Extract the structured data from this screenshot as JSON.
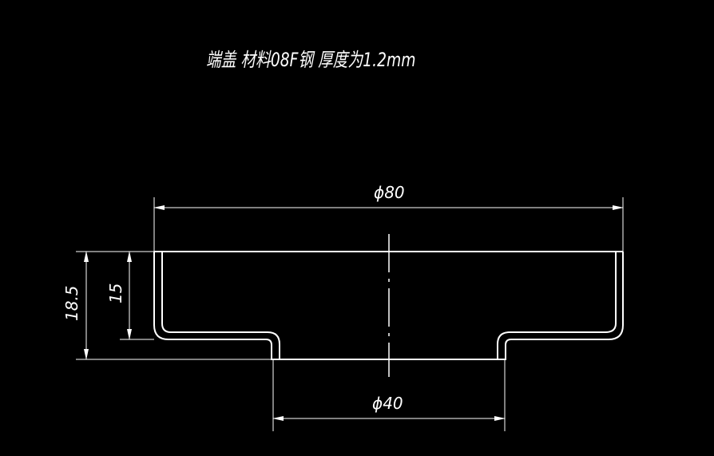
{
  "title": "端盖   材料08F钢   厚度为1.2mm",
  "dimensions": {
    "outer_diameter": "ϕ80",
    "inner_diameter": "ϕ40",
    "total_height": "18.5",
    "cup_height": "15"
  },
  "colors": {
    "background": "#000000",
    "lines": "#ffffff"
  }
}
